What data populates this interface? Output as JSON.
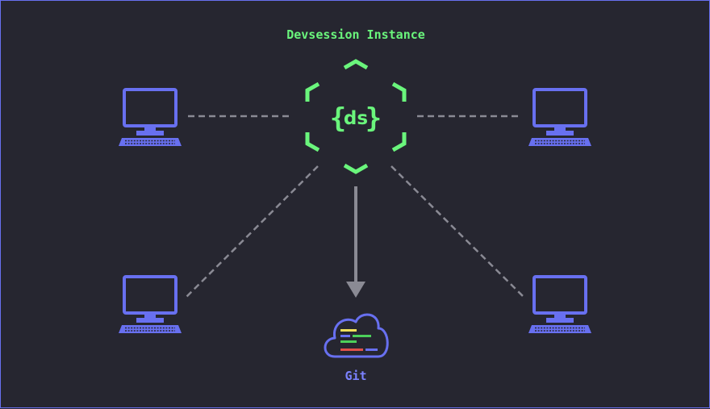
{
  "instance": {
    "title": "Devsession Instance",
    "logo_text": "ds"
  },
  "repository": {
    "label": "Git"
  },
  "colors": {
    "background": "#262630",
    "border": "#6870f0",
    "accent_green": "#6af57c",
    "computer_blue": "#6870f0",
    "connector_gray": "#8a8a94",
    "git_label": "#7b82ff"
  },
  "icons": {
    "instance": "hexagon-logo-icon",
    "computer": "desktop-computer-icon",
    "git": "cloud-code-icon",
    "arrow": "arrow-down-icon"
  }
}
